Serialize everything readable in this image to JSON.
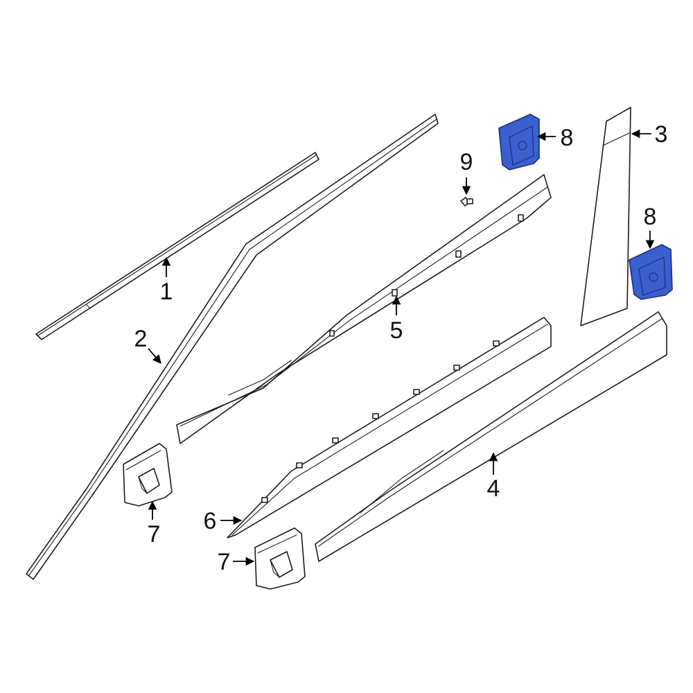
{
  "colors": {
    "highlight_fill": "#3a5fcf",
    "highlight_stroke": "#1a2e7a",
    "line": "#1a1a1a",
    "background": "#ffffff"
  },
  "callouts": {
    "c1": "1",
    "c2": "2",
    "c3": "3",
    "c4": "4",
    "c5": "5",
    "c6": "6",
    "c7a": "7",
    "c7b": "7",
    "c8a": "8",
    "c8b": "8",
    "c9": "9"
  }
}
